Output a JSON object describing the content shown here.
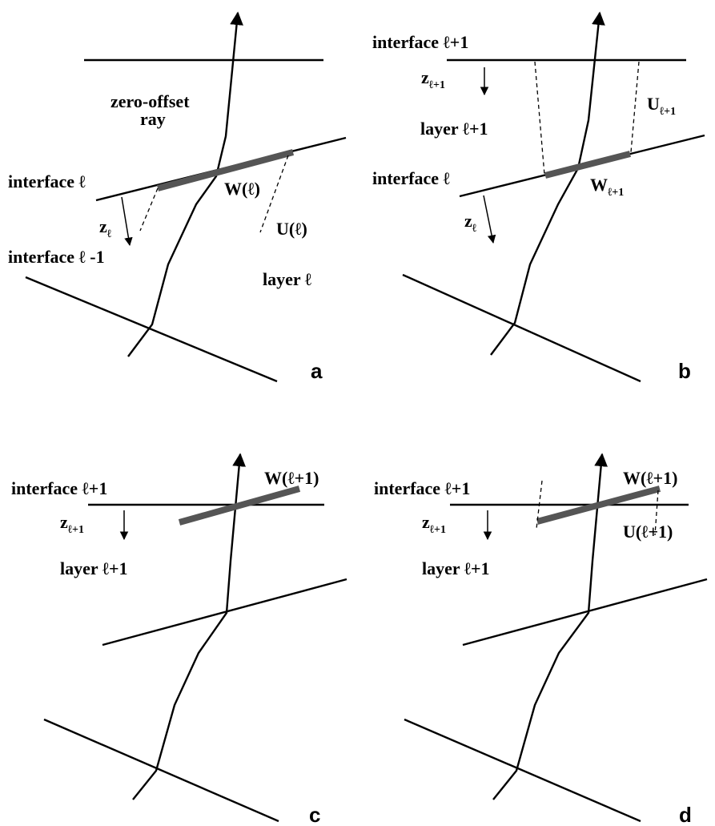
{
  "panels": {
    "a": {
      "letter": "a",
      "zero_offset_1": "zero-offset",
      "zero_offset_2": "ray",
      "interface_l": "interface ℓ",
      "w_label": "W(ℓ)",
      "u_label": "U(ℓ)",
      "z_main": "z",
      "z_sub": "ℓ",
      "interface_lm1": "interface ℓ -1",
      "layer_l": "layer ℓ"
    },
    "b": {
      "letter": "b",
      "interface_lp1": "interface ℓ+1",
      "z_main": "z",
      "z_sub": "ℓ+1",
      "u_main": "U",
      "u_sub": "ℓ+1",
      "layer_lp1": "layer ℓ+1",
      "interface_l": "interface ℓ",
      "w_main": "W",
      "w_sub": "ℓ+1",
      "z2_main": "z",
      "z2_sub": "ℓ"
    },
    "c": {
      "letter": "c",
      "interface_lp1": "interface ℓ+1",
      "w_label": "W(ℓ+1)",
      "z_main": "z",
      "z_sub": "ℓ+1",
      "layer_lp1": "layer ℓ+1"
    },
    "d": {
      "letter": "d",
      "interface_lp1": "interface ℓ+1",
      "w_label": "W(ℓ+1)",
      "z_main": "z",
      "z_sub": "ℓ+1",
      "u_label": "U(ℓ+1)",
      "layer_lp1": "layer ℓ+1"
    }
  },
  "colors": {
    "line": "#000000",
    "segment": "#555555",
    "background": "#ffffff"
  }
}
